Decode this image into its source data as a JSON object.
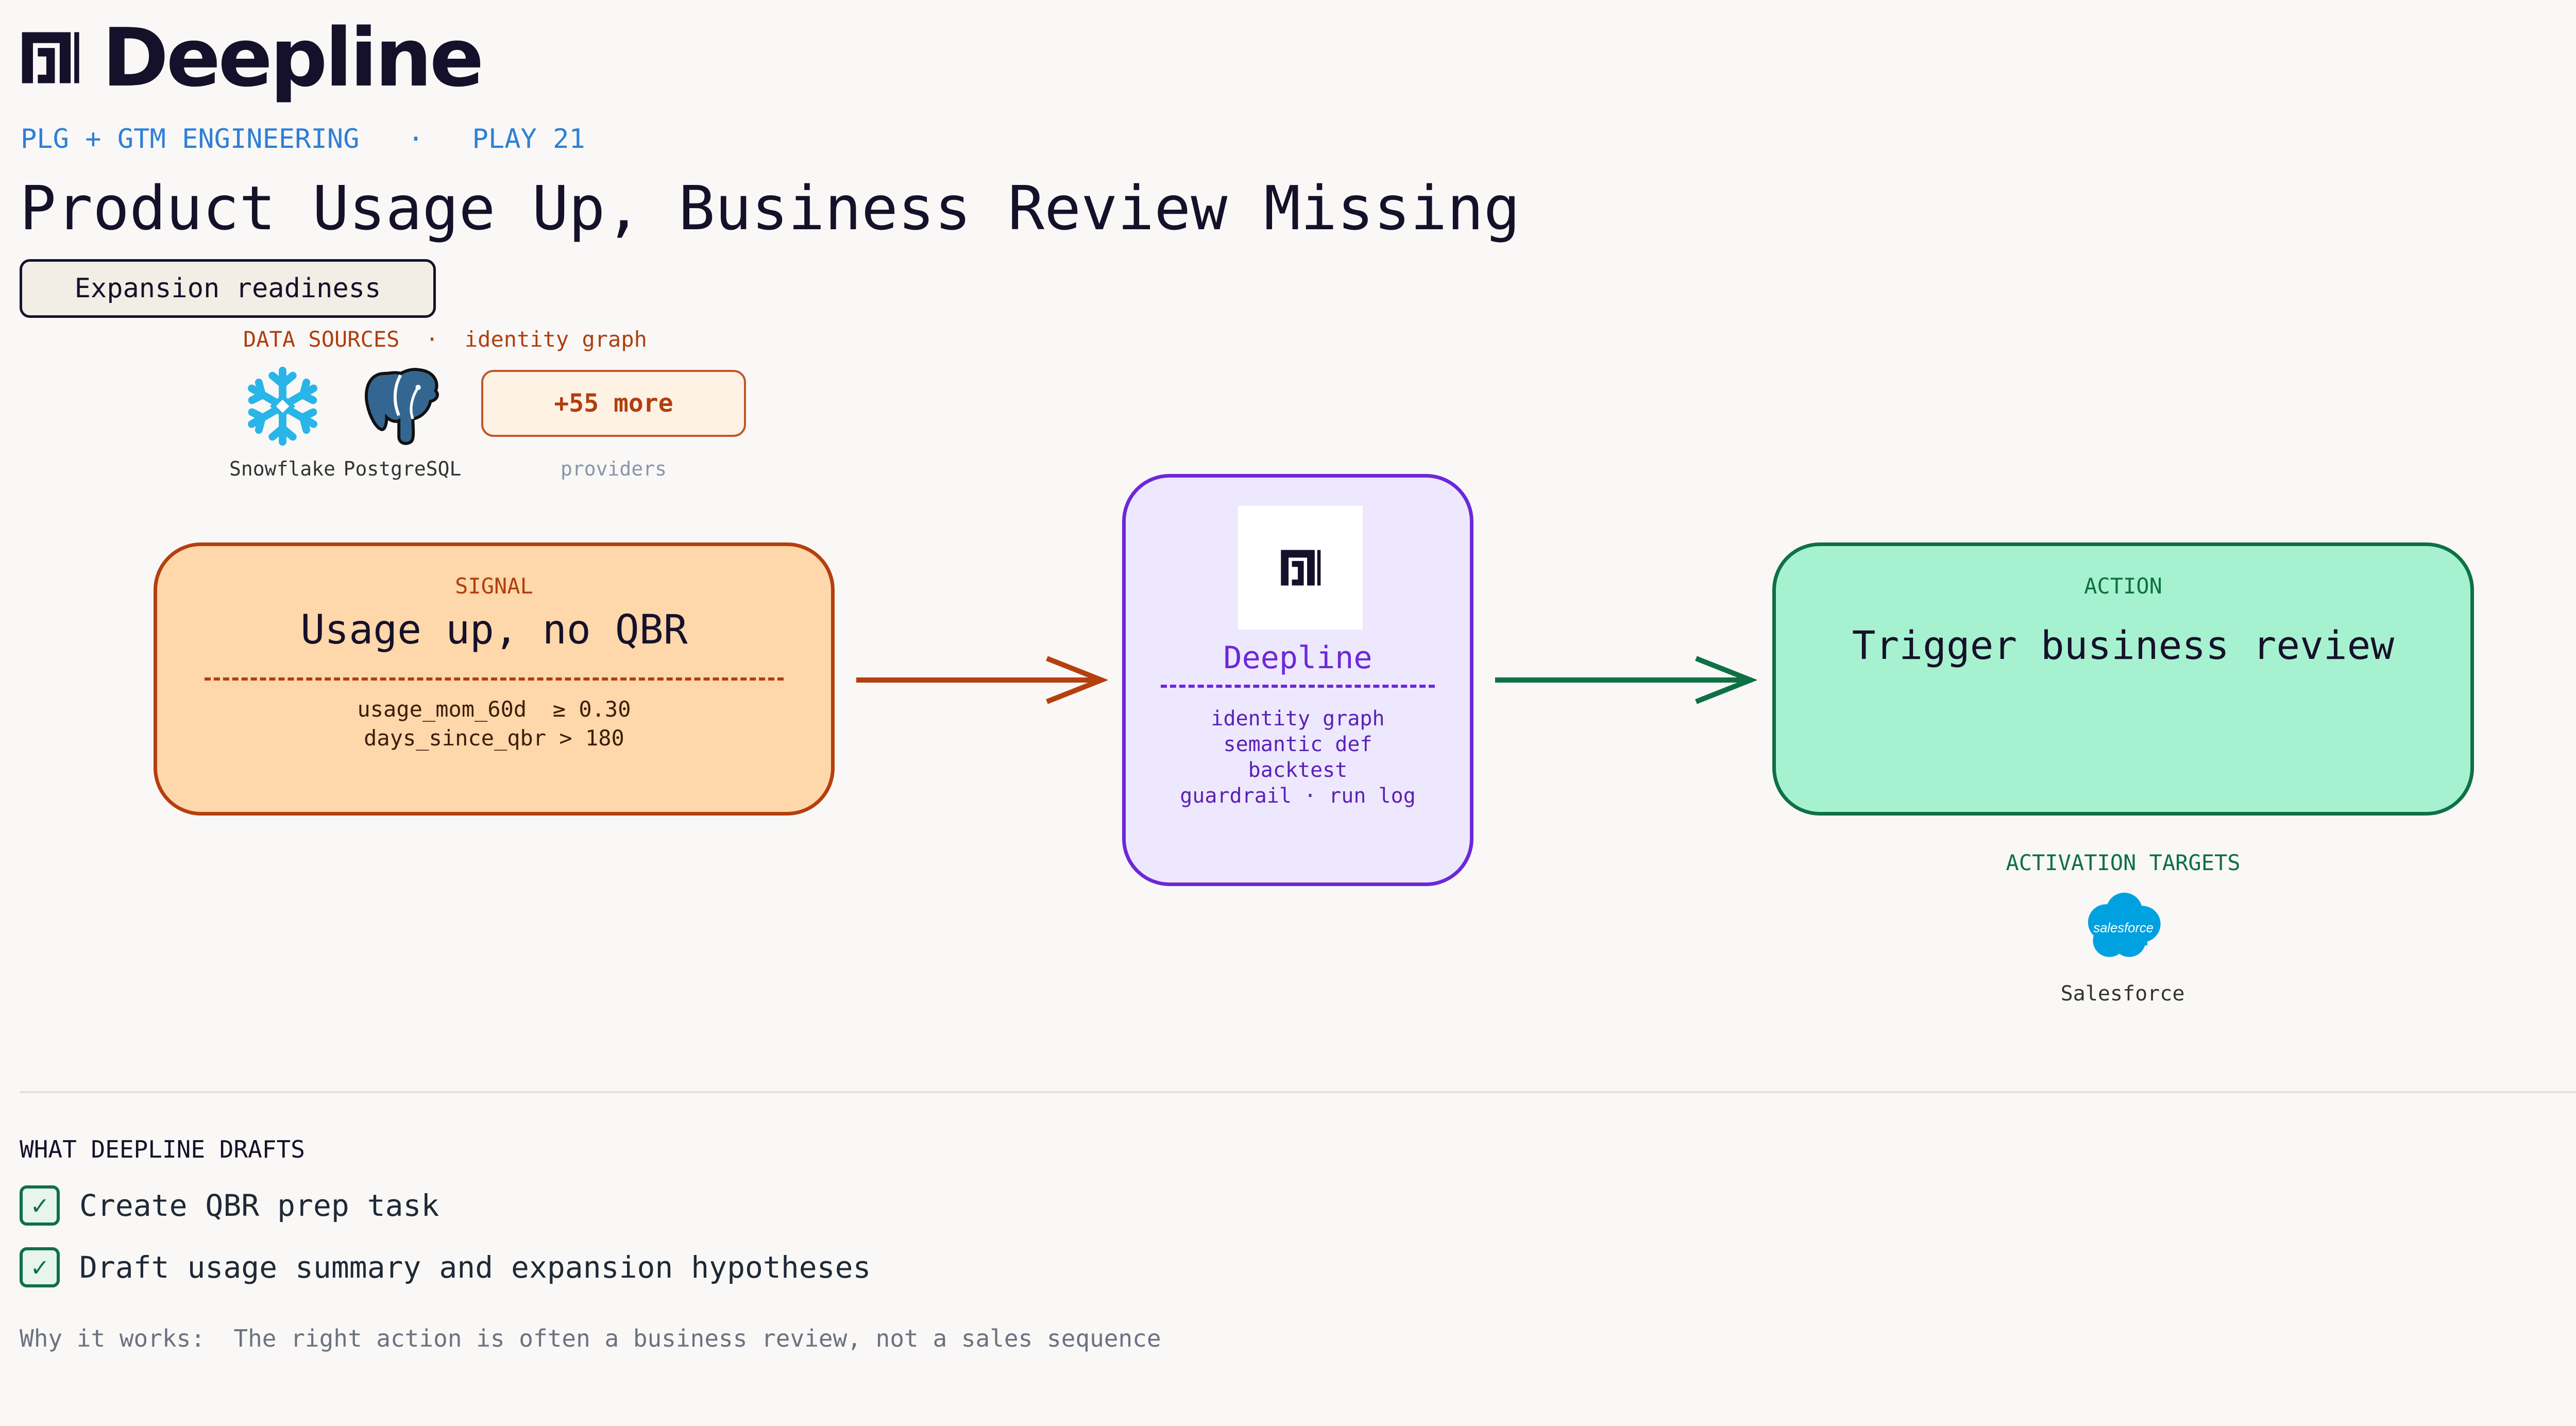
{
  "brand": {
    "name": "Deepline"
  },
  "header": {
    "category": "PLG + GTM ENGINEERING",
    "separator": "·",
    "play": "PLAY 21",
    "title": "Product Usage Up, Business Review Missing",
    "tag": "Expansion readiness"
  },
  "data_sources": {
    "label": "DATA SOURCES",
    "separator": "·",
    "sublabel": "identity graph",
    "items": [
      {
        "label": "Snowflake",
        "icon": "snowflake-icon"
      },
      {
        "label": "PostgreSQL",
        "icon": "postgresql-elephant-icon"
      }
    ],
    "more": "+55 more",
    "more_caption": "providers"
  },
  "signal": {
    "kicker": "SIGNAL",
    "title": "Usage up, no QBR",
    "conditions": [
      "usage_mom_60d  ≥ 0.30",
      "days_since_qbr > 180"
    ]
  },
  "engine": {
    "name": "Deepline",
    "steps": [
      "identity graph",
      "semantic def",
      "backtest",
      "guardrail · run log"
    ]
  },
  "action": {
    "kicker": "ACTION",
    "title": "Trigger business review"
  },
  "activation": {
    "label": "ACTIVATION TARGETS",
    "logo_text": "salesforce",
    "target": "Salesforce"
  },
  "drafts": {
    "label": "WHAT DEEPLINE DRAFTS",
    "check_glyph": "✓",
    "items": [
      "Create QBR prep task",
      "Draft usage summary and expansion hypotheses"
    ]
  },
  "why": {
    "label": "Why it works:",
    "text": "The right action is often a business review, not a sales sequence"
  },
  "colors": {
    "background": "#f9f8f6",
    "ink": "#16112a",
    "eyebrow_blue": "#2f7fd6",
    "signal_orange": "#b53f0f",
    "signal_fill": "#fed7aa",
    "engine_purple": "#6d28d9",
    "engine_fill": "#ede8fd",
    "action_green": "#0f7045",
    "action_fill": "#a6f2d0",
    "salesforce_blue": "#00a1e0"
  }
}
